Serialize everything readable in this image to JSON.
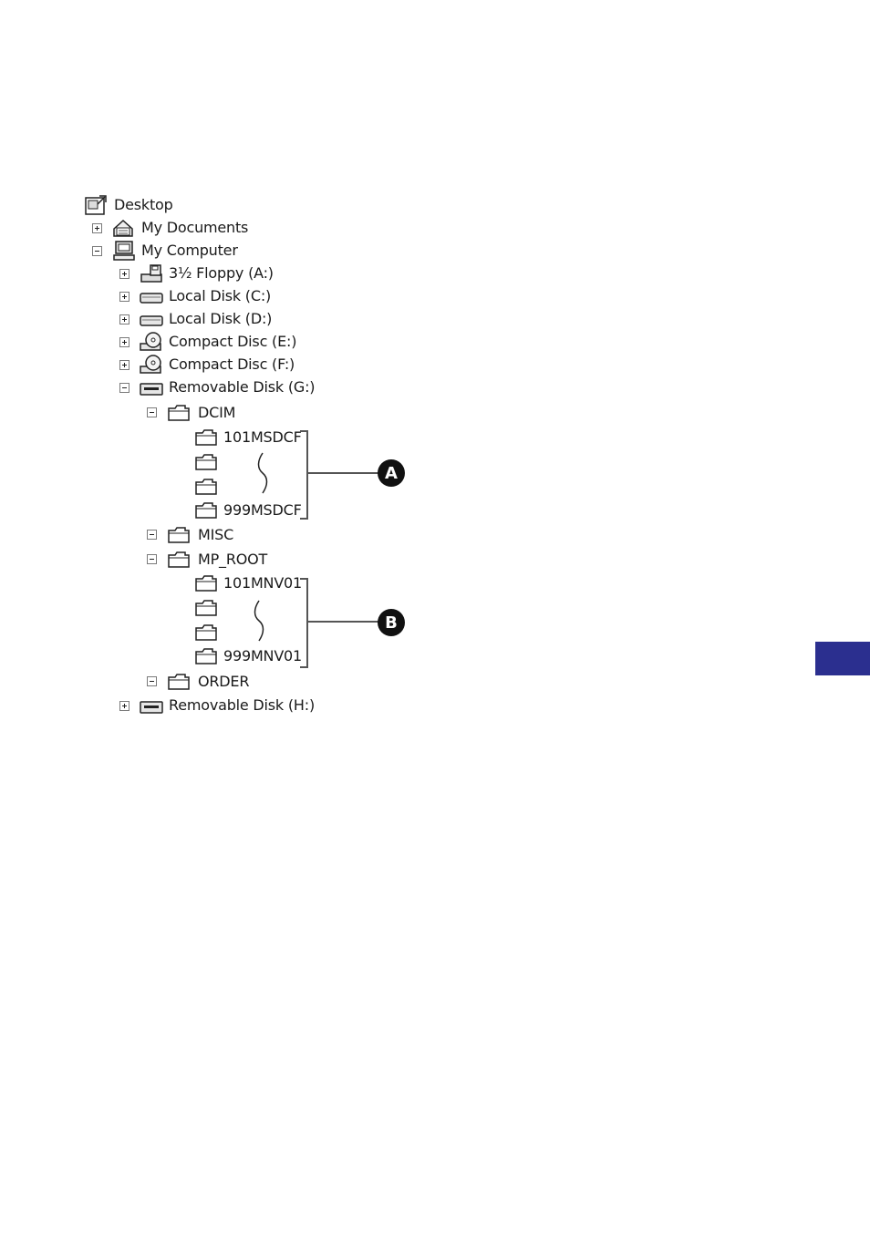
{
  "tree": {
    "desktop": "Desktop",
    "my_documents": "My Documents",
    "my_computer": "My Computer",
    "floppy": "3½ Floppy (A:)",
    "local_c": "Local Disk (C:)",
    "local_d": "Local Disk (D:)",
    "cd_e": "Compact Disc (E:)",
    "cd_f": "Compact Disc (F:)",
    "removable_g": "Removable Disk (G:)",
    "dcim": "DCIM",
    "dcim_first": "101MSDCF",
    "dcim_last": "999MSDCF",
    "misc": "MISC",
    "mp_root": "MP_ROOT",
    "mp_first": "101MNV01",
    "mp_last": "999MNV01",
    "order": "ORDER",
    "removable_h": "Removable Disk (H:)"
  },
  "callouts": {
    "a": "A",
    "b": "B"
  },
  "colors": {
    "side_tab": "#2b2f8f",
    "callout": "#111111",
    "bracket": "#555555"
  },
  "icons": {
    "desktop": "desktop-icon",
    "documents": "my-documents-icon",
    "computer": "computer-icon",
    "floppy": "floppy-drive-icon",
    "disk": "hard-disk-icon",
    "cd": "cd-drive-icon",
    "removable": "removable-disk-icon",
    "folder": "folder-icon"
  }
}
